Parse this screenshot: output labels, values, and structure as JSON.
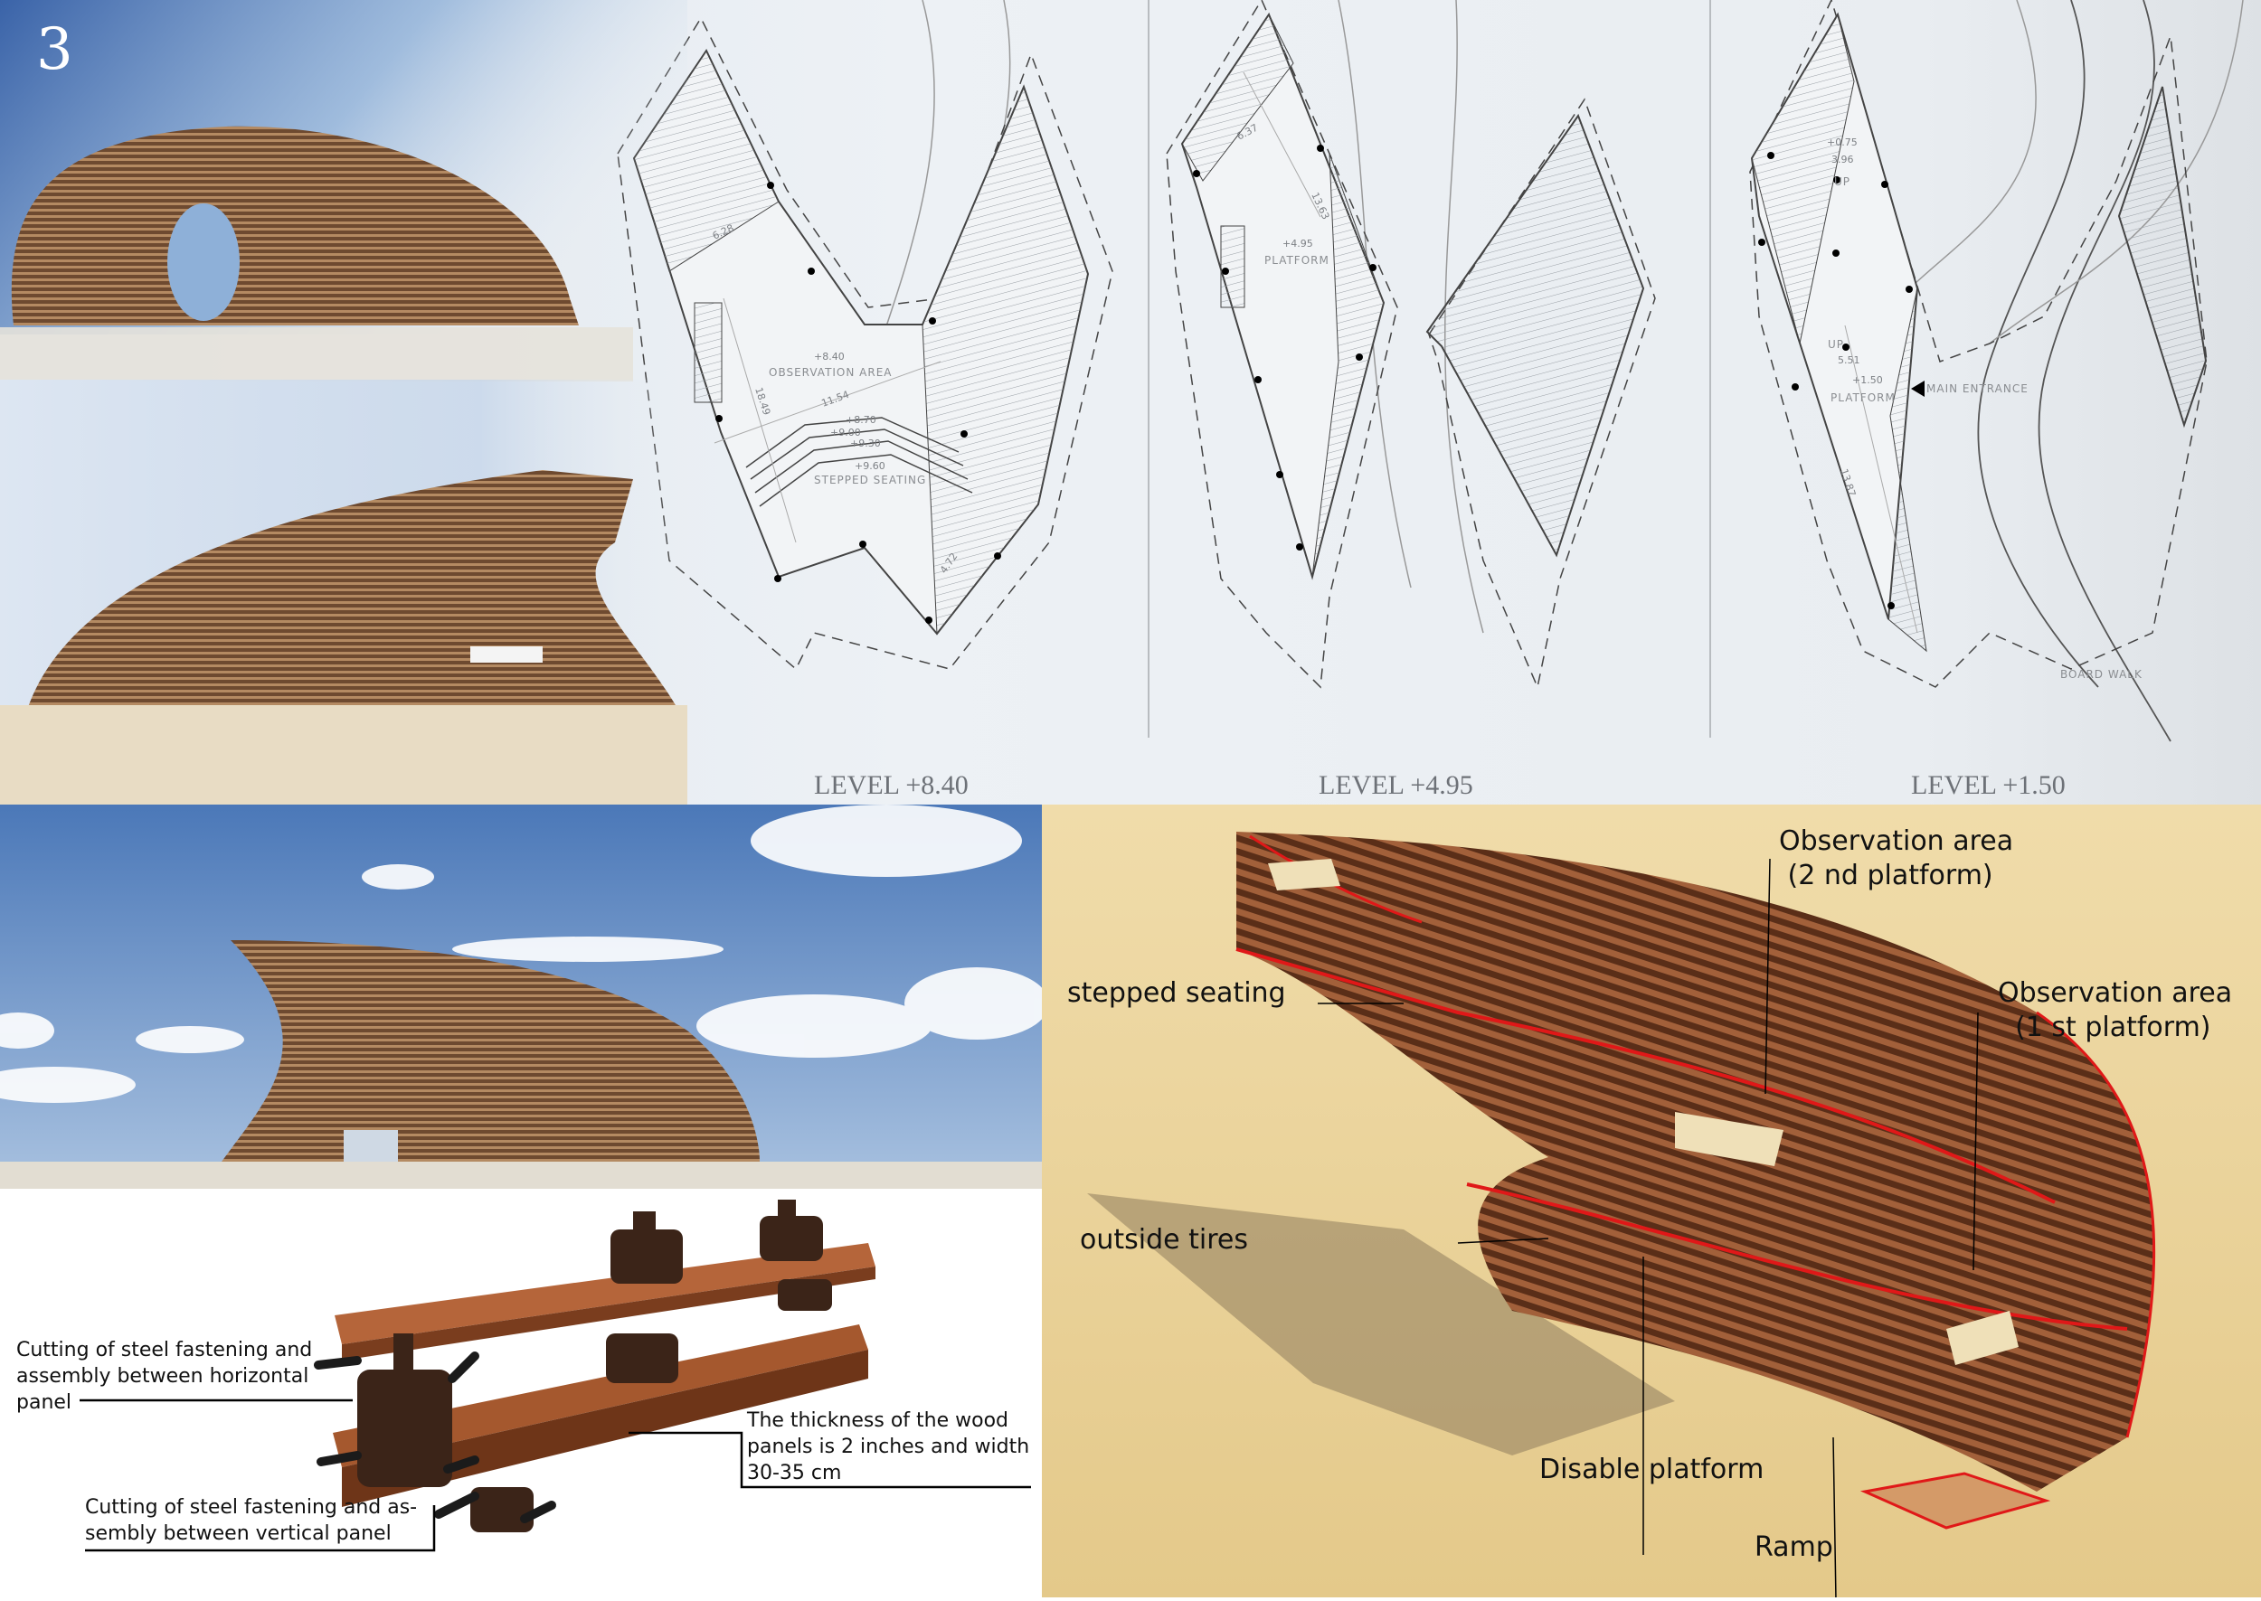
{
  "board": {
    "number": "3"
  },
  "plans": {
    "levels": [
      {
        "label": "LEVEL +8.40"
      },
      {
        "label": "LEVEL +4.95"
      },
      {
        "label": "LEVEL +1.50"
      }
    ],
    "plan_8_40": {
      "observation_area": "OBSERVATION  AREA",
      "observation_elev": "+8.40",
      "stepped_seating": "STEPPED  SEATING",
      "seat_elevs": [
        "+8.70",
        "+9.00",
        "+9.30",
        "+9.60"
      ],
      "dims": [
        "6.28",
        "11.54",
        "18.49",
        "4.72"
      ]
    },
    "plan_4_95": {
      "platform": "PLATFORM",
      "platform_elev": "+4.95",
      "dims": [
        "6.37",
        "13.63"
      ]
    },
    "plan_1_50": {
      "upper_elev": "+0.75",
      "platform": "PLATFORM",
      "platform_elev": "+1.50",
      "main_entrance": "MAIN  ENTRANCE",
      "board_walk": "BOARD  WALK",
      "up_labels": [
        "UP",
        "UP"
      ],
      "dims": [
        "3.96",
        "5.51",
        "13.87"
      ]
    }
  },
  "perspective": {
    "callouts": {
      "observation_2": "Observation area\n (2 nd platform)",
      "stepped_seating": "stepped seating",
      "observation_1": "Observation area\n  (1 st platform)",
      "outside_tires": "outside tires",
      "disable_platform": "Disable platform",
      "ramp": "Ramp"
    },
    "colors": {
      "sand": "#e8d296",
      "wood": "#8a4a2a",
      "edge": "#e01818"
    }
  },
  "fastening": {
    "notes": {
      "horizontal": "Cutting of steel fastening and\nassembly between horizontal\npanel",
      "thickness": "The thickness of the wood\npanels is 2 inches and width\n30-35 cm",
      "vertical": "Cutting of steel fastening and as-\nsembly between vertical panel"
    },
    "colors": {
      "wood": "#a5582e",
      "fastener": "#3b2418"
    }
  }
}
